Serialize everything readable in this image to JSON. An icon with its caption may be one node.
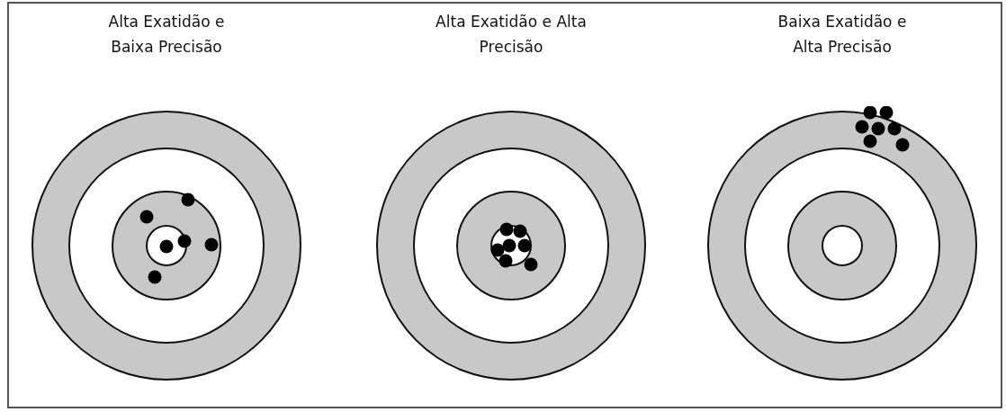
{
  "diagram": {
    "nodes": [
      {
        "text": [
          "Alta Exatidão e Baixa Precisão"
        ]
      },
      {
        "text": [
          "Alta Exatidão e Alta Precisão"
        ]
      },
      {
        "text": [
          "Baixa Exatidão e Alta Precisão"
        ]
      }
    ]
  }
}
